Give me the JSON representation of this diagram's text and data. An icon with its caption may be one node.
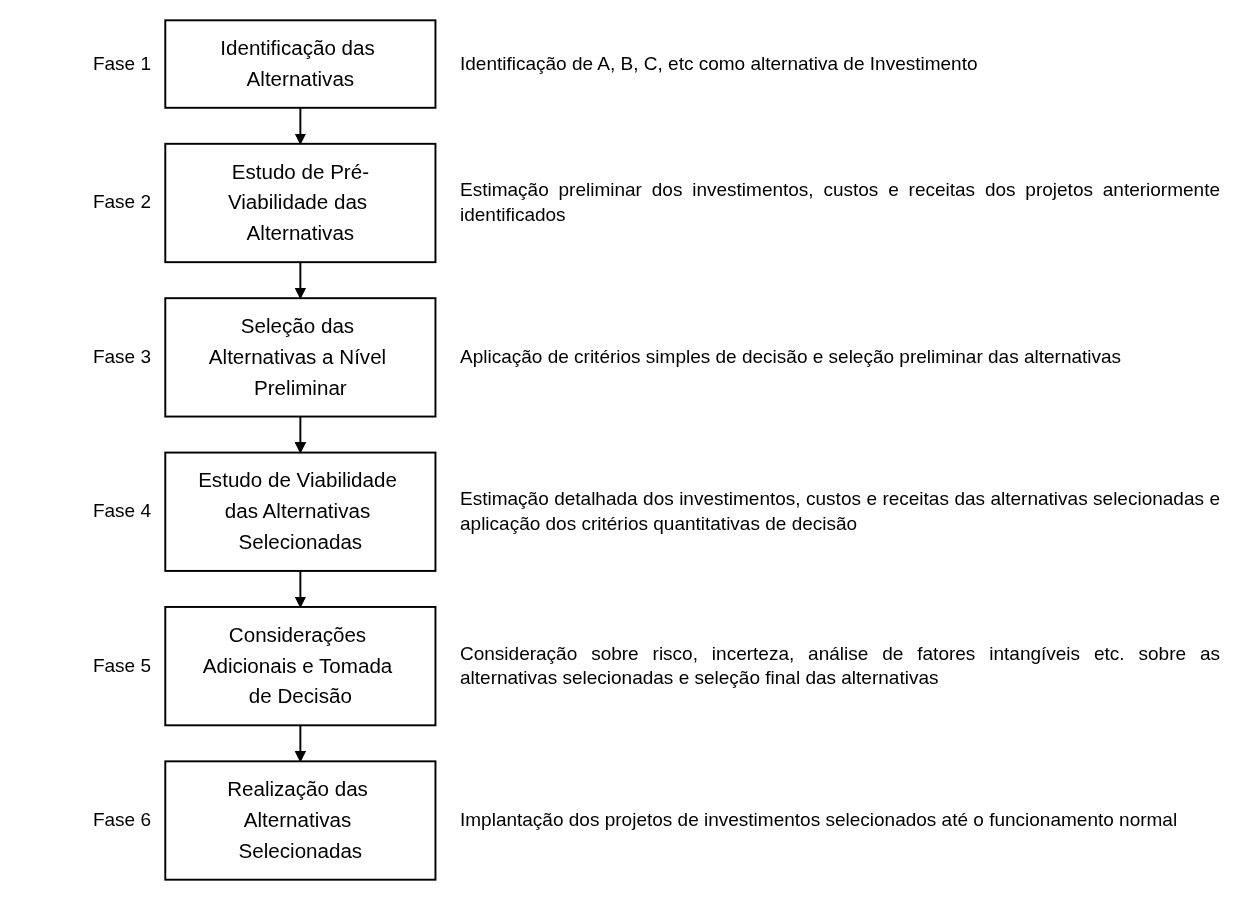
{
  "diagram": {
    "nodes": [
      {
        "text": [
          "Identificação das Alternativas"
        ],
        "beside": [
          "Fase 1",
          "Identificação de A, B, C, etc como alternativa de Investimento"
        ]
      },
      {
        "text": [
          "Estudo de Pré-Viabilidade das Alternativas"
        ],
        "beside": [
          "Fase 2",
          "Estimação preliminar dos investimentos, custos e receitas dos projetos anteriormente identificados"
        ]
      },
      {
        "text": [
          "Seleção das Alternativas a Nível Preliminar"
        ],
        "beside": [
          "Fase 3",
          "Aplicação de critérios simples de decisão e seleção preliminar das alternativas"
        ]
      },
      {
        "text": [
          "Estudo de Viabilidade das Alternativas Selecionadas"
        ],
        "beside": [
          "Fase 4",
          "Estimação detalhada dos investimentos, custos e receitas das alternativas selecionadas e aplicação dos critérios quantitativas de decisão"
        ]
      },
      {
        "text": [
          "Considerações Adicionais e Tomada de Decisão"
        ],
        "beside": [
          "Fase 5",
          "Consideração sobre risco, incerteza, análise de fatores intangíveis etc. sobre as alternativas selecionadas e seleção final das alternativas"
        ]
      },
      {
        "text": [
          "Realização das Alternativas Selecionadas"
        ],
        "beside": [
          "Fase 6",
          "Implantação dos projetos de investimentos selecionados até o funcionamento normal"
        ]
      }
    ],
    "edges": [
      {
        "from": 0,
        "to": 1,
        "arrow": "to"
      },
      {
        "from": 1,
        "to": 2,
        "arrow": "to"
      },
      {
        "from": 2,
        "to": 3,
        "arrow": "to"
      },
      {
        "from": 3,
        "to": 4,
        "arrow": "to"
      },
      {
        "from": 4,
        "to": 5,
        "arrow": "to"
      }
    ]
  }
}
